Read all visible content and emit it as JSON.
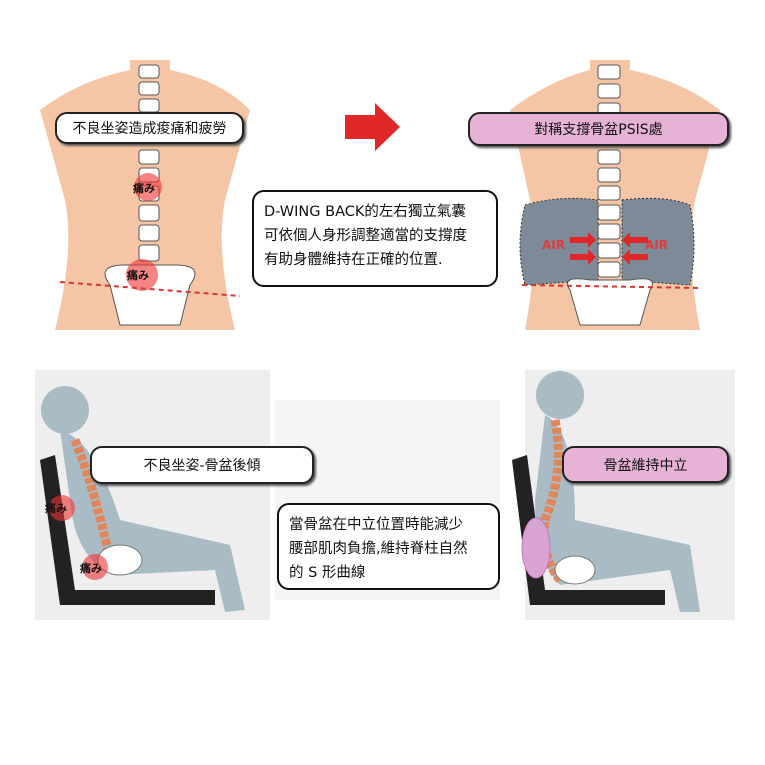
{
  "top_left": {
    "label": "不良坐姿造成痠痛和疲勞",
    "pain_marks": [
      "痛み",
      "痛み"
    ]
  },
  "top_right": {
    "label": "對稱支撐骨盆PSIS處",
    "air_labels": [
      "AIR",
      "AIR"
    ]
  },
  "top_text": [
    "D-WING BACK的左右獨立氣囊",
    "可依個人身形調整適當的支撐度",
    "有助身體維持在正確的位置."
  ],
  "bottom_left": {
    "label": "不良坐姿-骨盆後傾",
    "pain_marks": [
      "痛み",
      "痛み"
    ]
  },
  "bottom_right": {
    "label": "骨盆維持中立"
  },
  "bottom_text": [
    "當骨盆在中立位置時能減少",
    "腰部肌肉負擔,維持脊柱自然",
    "的 S 形曲線"
  ],
  "colors": {
    "skin": "#f5c6a5",
    "arrow": "#e02828",
    "pink_label": "#e6b2d6",
    "figure": "#a9bcc6",
    "spine": "#e0865a",
    "cushion": "#7d8a98",
    "panel_bg": "#eeeeee"
  },
  "icons": [
    "arrow-right-icon",
    "arrow-right-icon"
  ]
}
